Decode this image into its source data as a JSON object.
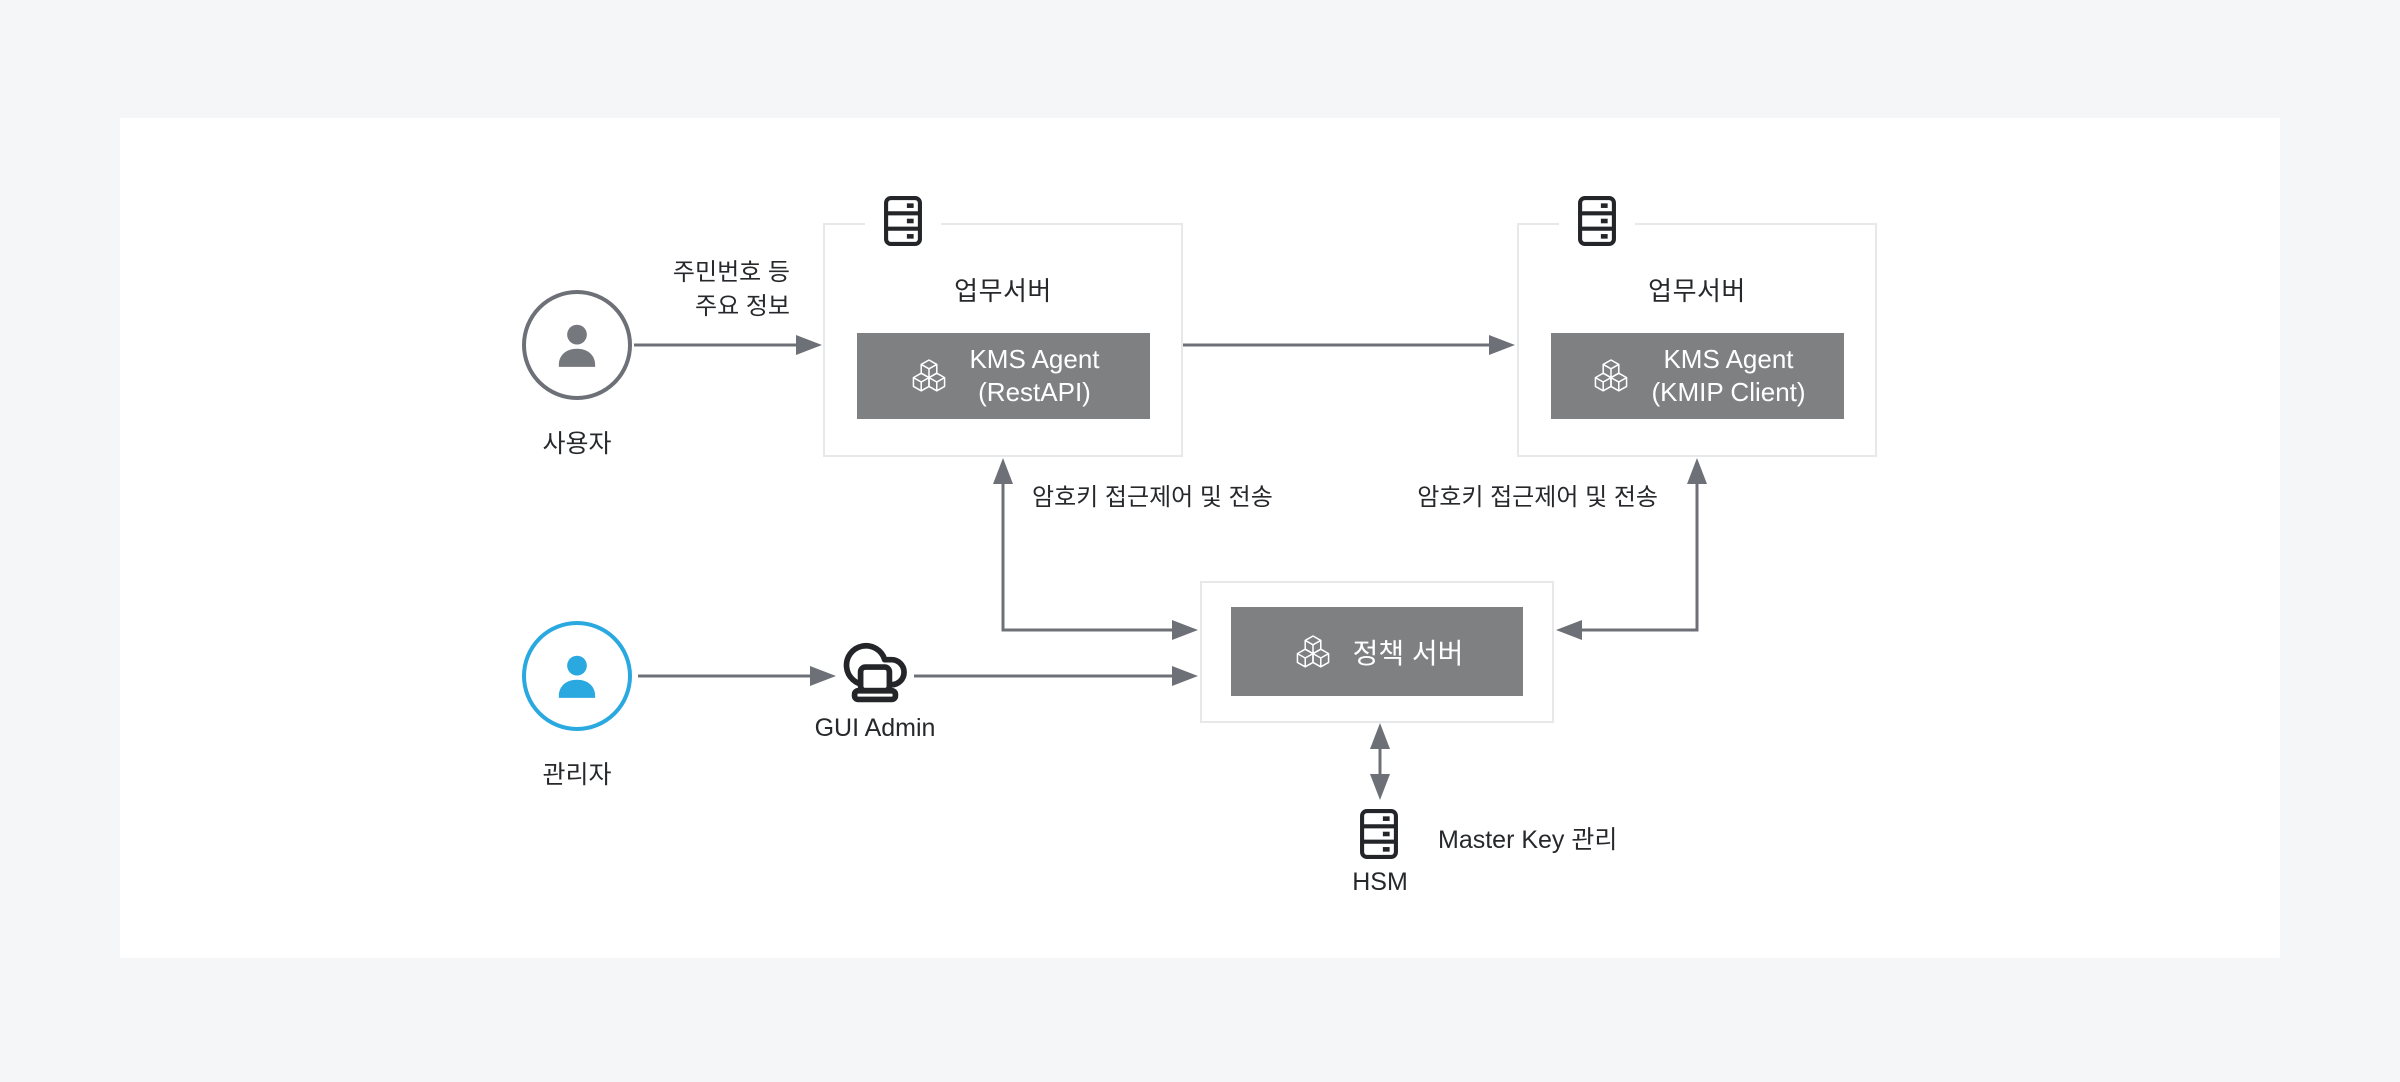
{
  "actors": {
    "user": {
      "label": "사용자"
    },
    "admin": {
      "label": "관리자"
    }
  },
  "servers": {
    "server1": {
      "title": "업무서버",
      "agent_line1": "KMS Agent",
      "agent_line2": "(RestAPI)"
    },
    "server2": {
      "title": "업무서버",
      "agent_line1": "KMS Agent",
      "agent_line2": "(KMIP Client)"
    }
  },
  "policy": {
    "label": "정책 서버"
  },
  "gui": {
    "label": "GUI Admin"
  },
  "hsm": {
    "label": "HSM",
    "note": "Master Key 관리"
  },
  "edges": {
    "user_to_server1_line1": "주민번호 등",
    "user_to_server1_line2": "주요 정보",
    "policy_to_server1": "암호키 접근제어 및 전송",
    "policy_to_server2": "암호키 접근제어 및 전송"
  },
  "colors": {
    "background": "#f5f6f8",
    "card": "#ffffff",
    "accent_blue": "#29a9e0",
    "box_gray": "#7e8081",
    "arrow_gray": "#6d7177",
    "icon_black": "#232528"
  }
}
